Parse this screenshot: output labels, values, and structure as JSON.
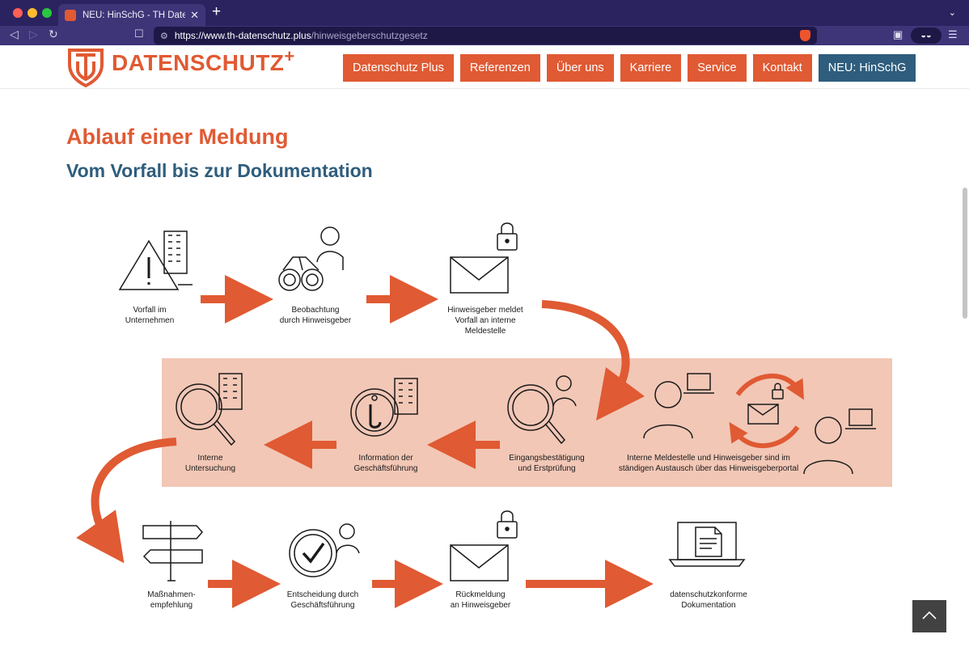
{
  "browser": {
    "tab_title": "NEU: HinSchG - TH Datenschutz",
    "url_host": "https://www.th-datenschutz.plus",
    "url_path": "/hinweisgeberschutzgesetz"
  },
  "site": {
    "logo_text": "DATENSCHUTZ",
    "logo_plus": "+",
    "nav": [
      {
        "label": "Datenschutz Plus"
      },
      {
        "label": "Referenzen"
      },
      {
        "label": "Über uns"
      },
      {
        "label": "Karriere"
      },
      {
        "label": "Service"
      },
      {
        "label": "Kontakt"
      },
      {
        "label": "NEU: HinSchG"
      }
    ]
  },
  "content": {
    "heading": "Ablauf einer Meldung",
    "subheading": "Vom Vorfall bis zur Dokumentation"
  },
  "steps": {
    "s1": [
      "Vorfall im",
      "Unternehmen"
    ],
    "s2": [
      "Beobachtung",
      "durch Hinweisgeber"
    ],
    "s3": [
      "Hinweisgeber meldet",
      "Vorfall an interne",
      "Meldestelle"
    ],
    "s4": [
      "Interne Meldestelle und Hinweisgeber sind im",
      "ständigen Austausch über das Hinweisgeberportal"
    ],
    "s5": [
      "Eingangsbestätigung",
      "und Erstprüfung"
    ],
    "s6": [
      "Information der",
      "Geschäftsführung"
    ],
    "s7": [
      "Interne",
      "Untersuchung"
    ],
    "s8": [
      "Maßnahmen-",
      "empfehlung"
    ],
    "s9": [
      "Entscheidung durch",
      "Geschäftsführung"
    ],
    "s10": [
      "Rückmeldung",
      "an Hinweisgeber"
    ],
    "s11": [
      "datenschutzkonforme",
      "Dokumentation"
    ]
  },
  "colors": {
    "brand_orange": "#e05a33",
    "brand_blue": "#2e5d7d",
    "band": "#f2c7b6"
  }
}
